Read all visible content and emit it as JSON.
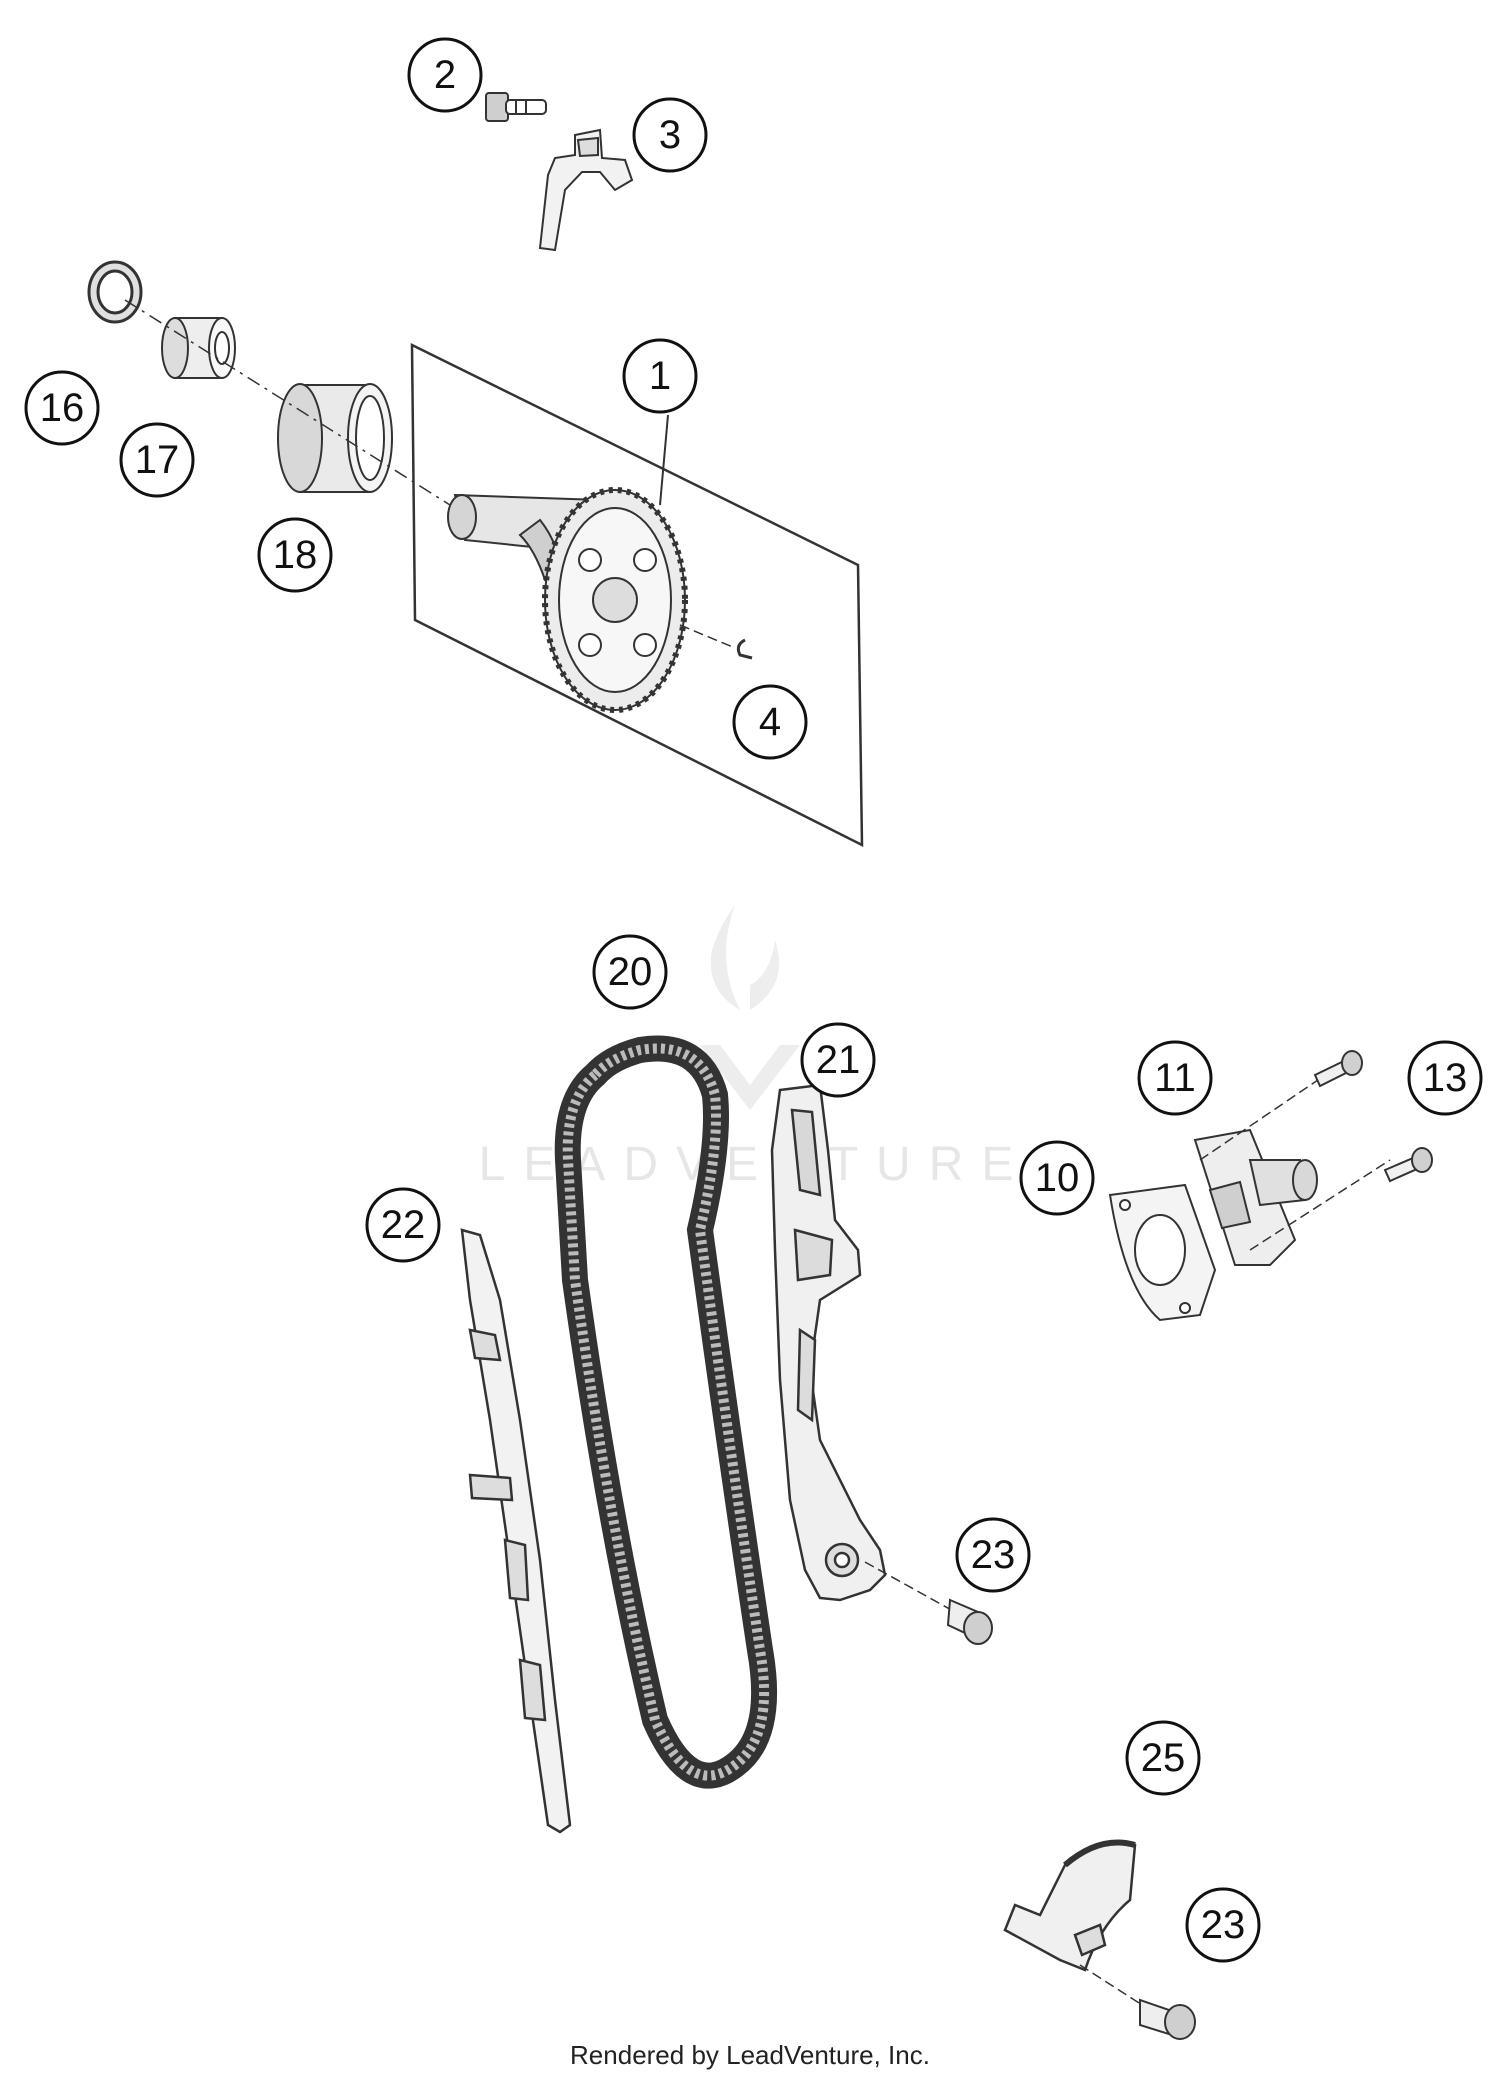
{
  "diagram": {
    "watermark": "LEADVENTURE",
    "callouts": [
      "2",
      "3",
      "1",
      "16",
      "17",
      "18",
      "4",
      "20",
      "21",
      "11",
      "13",
      "10",
      "22",
      "23",
      "25",
      "23"
    ]
  },
  "footer": "Rendered by LeadVenture, Inc."
}
